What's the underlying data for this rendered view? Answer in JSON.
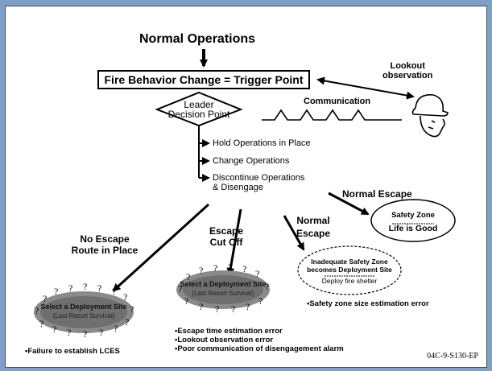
{
  "title": "Normal Operations",
  "trigger": "Fire Behavior Change = Trigger Point",
  "lookout": [
    "Lookout",
    "observation"
  ],
  "communication": "Communication",
  "decision": [
    "Leader",
    "Decision Point"
  ],
  "options": [
    "Hold Operations in Place",
    "Change Operations",
    "Discontinue Operations",
    "& Disengage"
  ],
  "normal_escape_top": "Normal Escape",
  "safety_zone": {
    "title": "Safety Zone",
    "subtitle": "Life is Good"
  },
  "no_escape": [
    "No Escape",
    "Route in Place"
  ],
  "escape_cut_off": [
    "Escape",
    "Cut Off"
  ],
  "normal_escape_mid": [
    "Normal",
    "Escape"
  ],
  "inadequate_zone": {
    "title": [
      "Inadequate Safety Zone",
      "becomes Deployment Site"
    ],
    "subtitle": "Deploy fire shelter"
  },
  "deploy_site_left": {
    "title": "Select a Deployment Site",
    "subtitle": "(Last Resort Survival)"
  },
  "deploy_site_mid": {
    "title": "Select a Deployment Site",
    "subtitle": "(Last Resort Survival)"
  },
  "bullets": {
    "left": [
      "•Failure to establish LCES"
    ],
    "mid": [
      "•Escape time estimation error",
      "•Lookout observation error",
      "•Poor communication of disengagement alarm"
    ],
    "right": [
      "•Safety zone size estimation error"
    ]
  },
  "footer": "04C-9-S130-EP"
}
